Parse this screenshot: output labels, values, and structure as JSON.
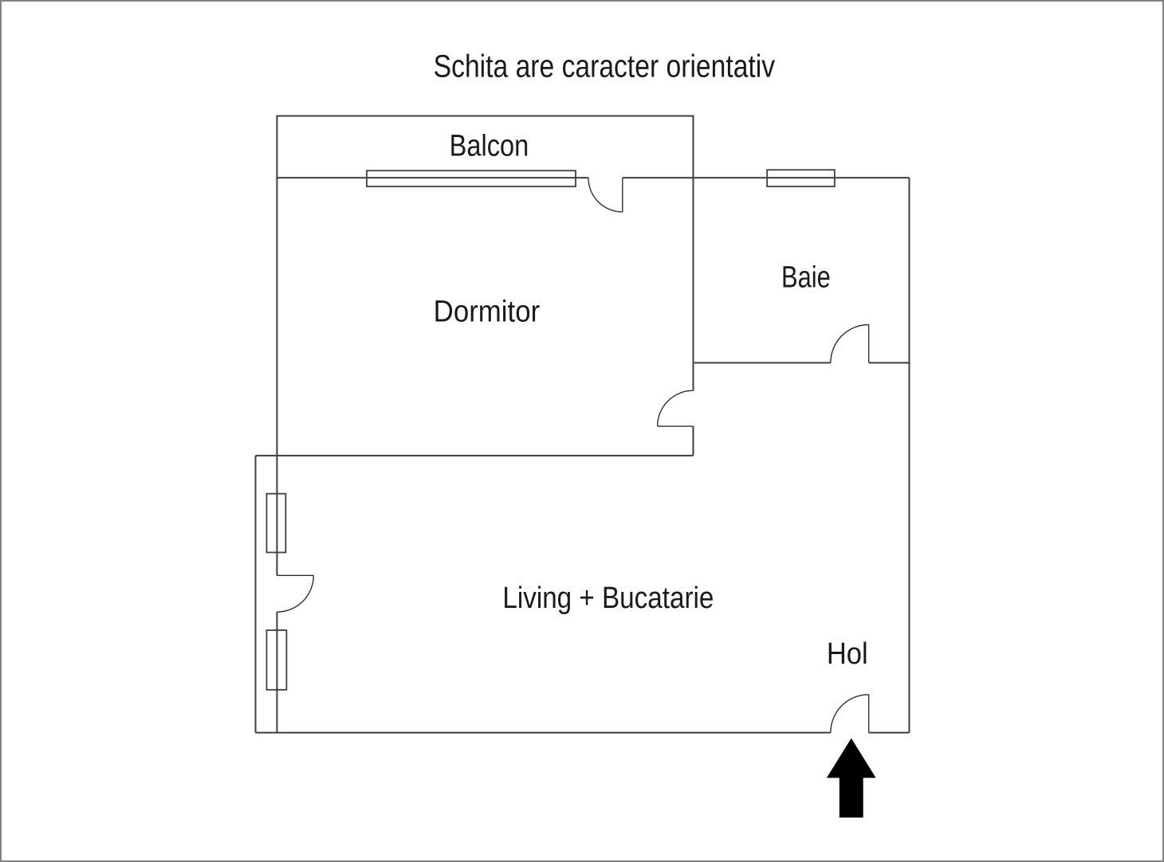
{
  "title": "Schita are caracter orientativ",
  "rooms": {
    "balcon": {
      "label": "Balcon"
    },
    "dormitor": {
      "label": "Dormitor"
    },
    "baie": {
      "label": "Baie"
    },
    "living": {
      "label": "Living + Bucatarie"
    },
    "hol": {
      "label": "Hol"
    }
  },
  "entrance": {
    "icon": "entrance-arrow-up"
  },
  "counts": {
    "windows": 4,
    "doors": 5
  },
  "colors": {
    "background": "#ffffff",
    "wall": "#3e3e3e",
    "door": "#2e2e2e",
    "text": "#1a1a1a",
    "arrow": "#000000",
    "frame": "#828282"
  }
}
